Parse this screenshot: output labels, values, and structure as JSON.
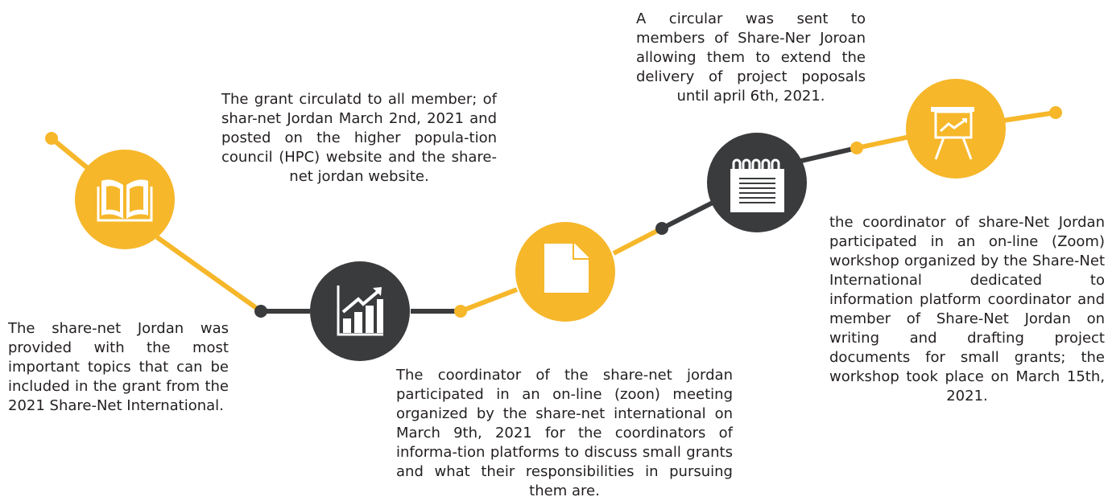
{
  "timeline": {
    "accent_color": "#f6b72a",
    "dark_color": "#3a3b3d",
    "milestones": [
      {
        "icon": "book-icon",
        "style": "yellow",
        "text": "The share-net Jordan was provided with the most important topics that can be included in the grant from the 2021 Share-Net International."
      },
      {
        "icon": "growth-chart-icon",
        "style": "dark",
        "text": "The grant circulatd to all member; of shar-net Jordan March 2nd, 2021 and posted on the higher popula-tion council (HPC) website and the share-net jordan website."
      },
      {
        "icon": "document-icon",
        "style": "yellow",
        "text": "The coordinator of the share-net jordan participated in an on-line (zoon) meeting organized by the share-net international on March 9th, 2021 for the coordinators of informa-tion platforms to discuss small grants and what their responsibilities in pursuing them are."
      },
      {
        "icon": "notepad-icon",
        "style": "dark",
        "text": "A circular was sent to members of Share-Ner Joroan allowing them to extend the delivery of project poposals until april 6th, 2021."
      },
      {
        "icon": "presentation-board-icon",
        "style": "yellow",
        "text": "the coordinator of share-Net Jordan participated in an on-line (Zoom) workshop organized by the Share-Net International dedicated to information platform coordinator and member of Share-Net Jordan on writing and drafting project documents for small grants; the workshop took place on March 15th, 2021."
      }
    ]
  }
}
